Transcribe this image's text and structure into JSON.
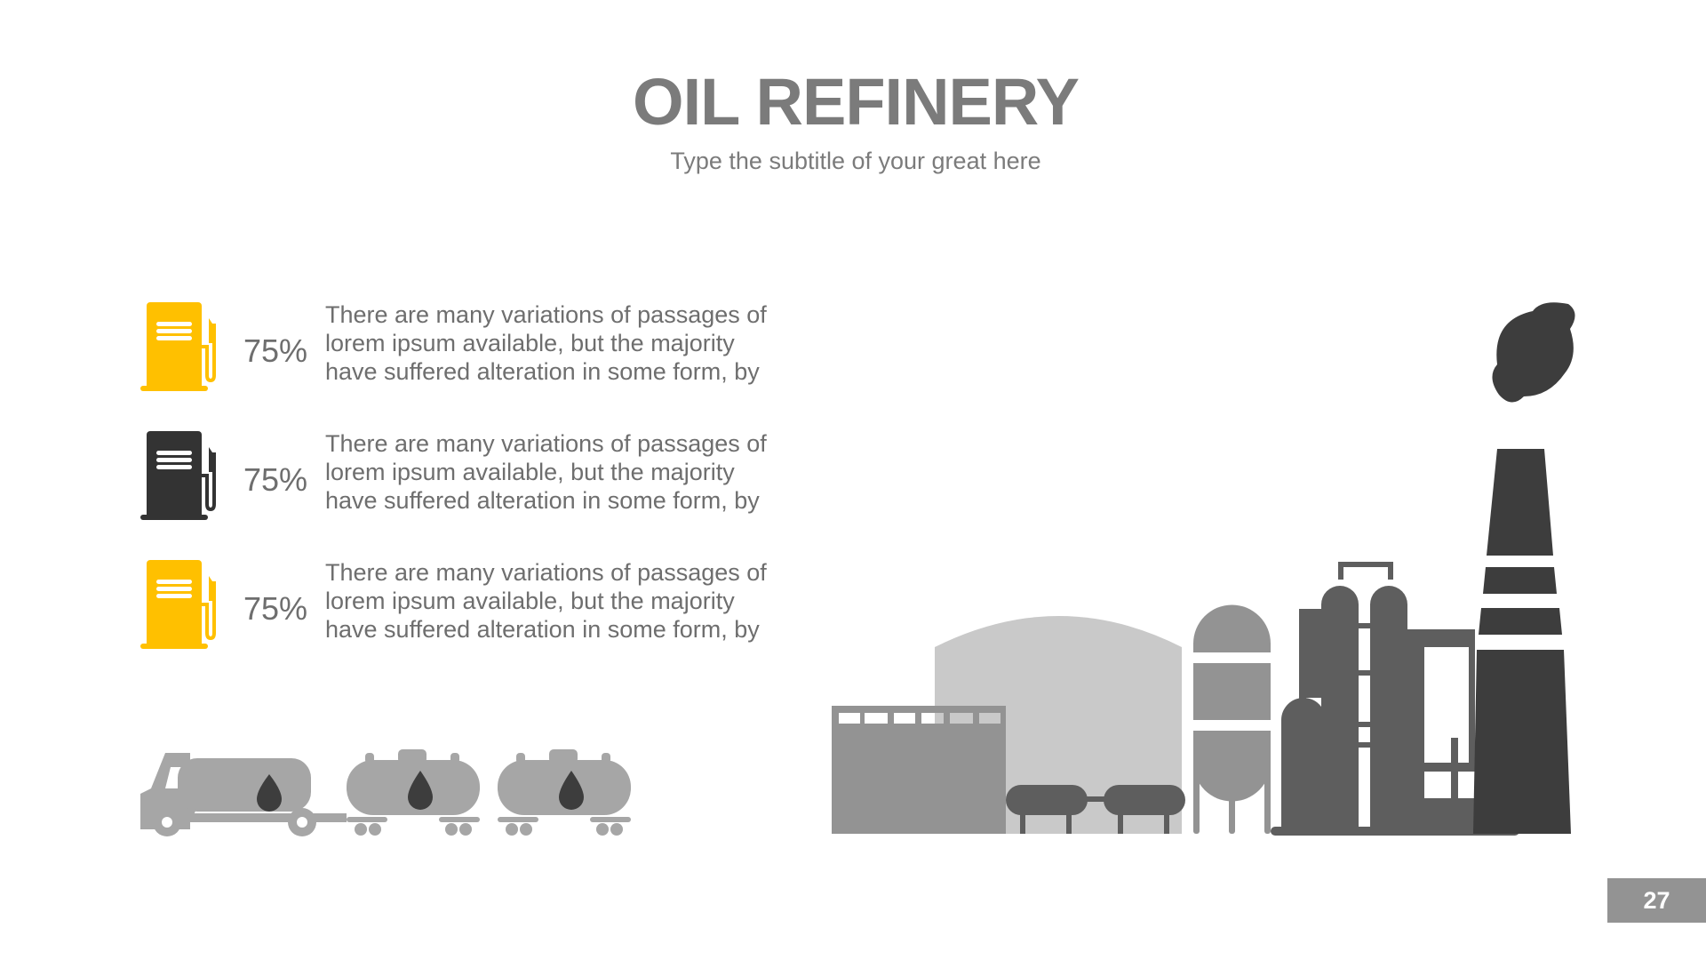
{
  "header": {
    "title": "OIL REFINERY",
    "subtitle": "Type the subtitle of your great here"
  },
  "items": [
    {
      "icon": "fuel-pump-icon",
      "icon_color": "#FFC000",
      "percent": "75%",
      "text": "There are many variations of passages of lorem ipsum available, but the majority have suffered alteration in some form, by"
    },
    {
      "icon": "fuel-pump-icon",
      "icon_color": "#333333",
      "percent": "75%",
      "text": "There are many variations of passages of lorem ipsum available, but the majority have suffered alteration in some form, by"
    },
    {
      "icon": "fuel-pump-icon",
      "icon_color": "#FFC000",
      "percent": "75%",
      "text": "There are many variations of passages of lorem ipsum available, but the majority have suffered alteration in some form, by"
    }
  ],
  "illustrations": {
    "trucks": "oil-tanker-truck-icon",
    "refinery": "oil-refinery-icon"
  },
  "colors": {
    "accent": "#FFC000",
    "dark": "#3D3D3D",
    "text": "#7B7B7B",
    "page_badge": "#939393"
  },
  "footer": {
    "page_number": "27"
  }
}
